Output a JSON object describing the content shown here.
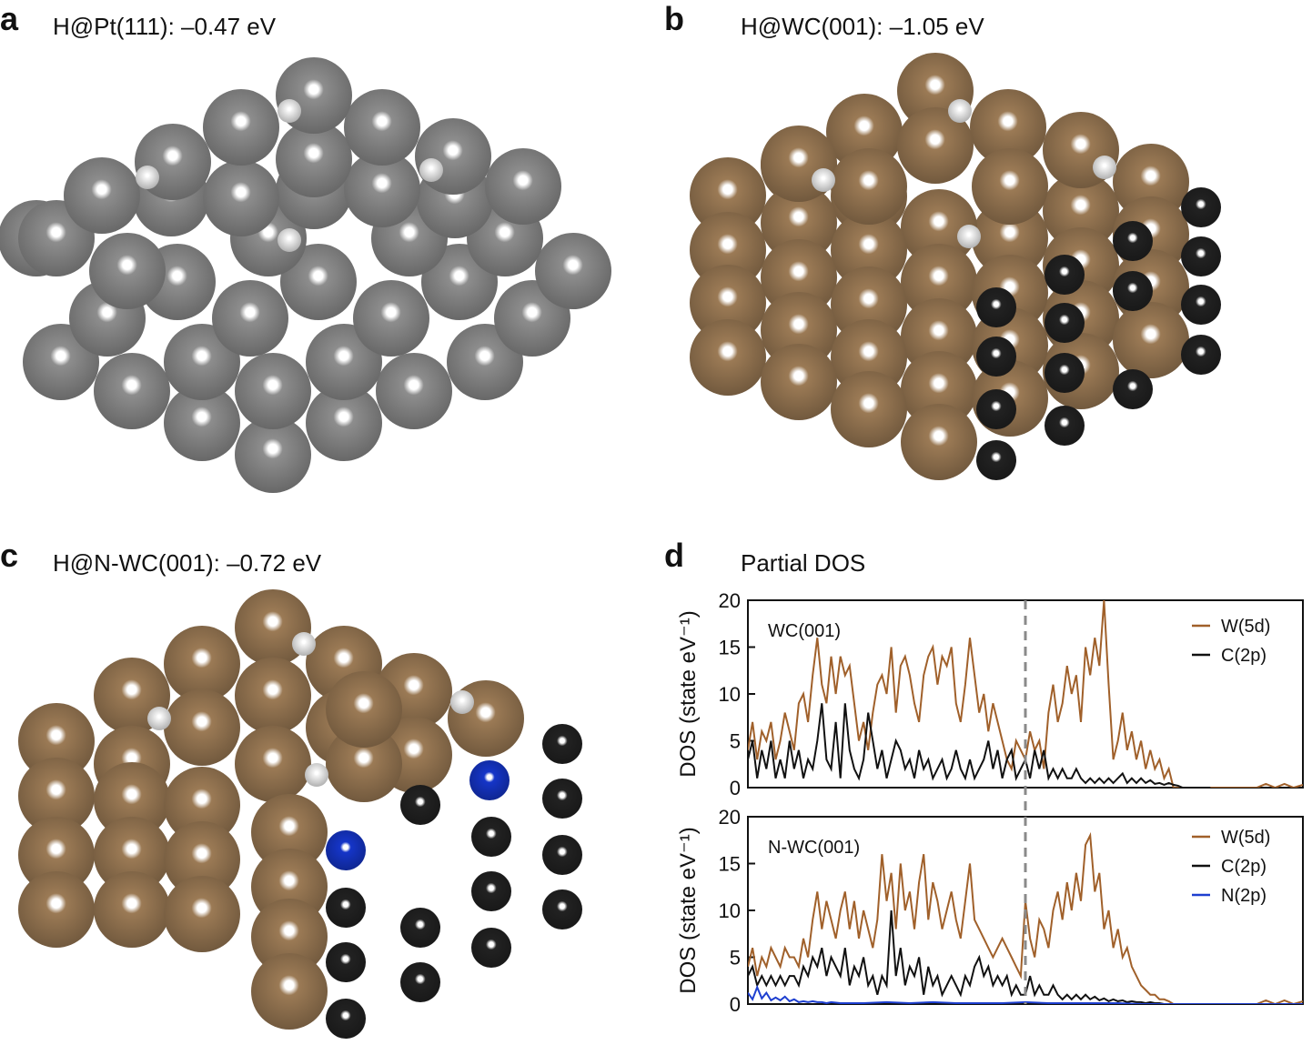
{
  "panels": {
    "a": {
      "letter": "a",
      "title": "H@Pt(111): –0.47 eV"
    },
    "b": {
      "letter": "b",
      "title": "H@WC(001): –1.05 eV"
    },
    "c": {
      "letter": "c",
      "title": "H@N-WC(001): –0.72 eV"
    },
    "d": {
      "letter": "d",
      "title": "Partial DOS"
    }
  },
  "colors": {
    "pt": "#8d8d8d",
    "w": "#9b7a55",
    "c": "#222222",
    "n": "#1535c8",
    "h": "#f2f2f2",
    "w5d_line": "#a0602a",
    "c2p_line": "#111111",
    "n2p_line": "#1e3fd0",
    "fermi_line": "#8a8a8a"
  },
  "chart_data": [
    {
      "type": "line",
      "label": "WC(001)",
      "ylabel": "DOS (state eV⁻¹)",
      "yticks": [
        "0",
        "5",
        "10",
        "15",
        "20"
      ],
      "ylim": [
        0,
        20
      ],
      "xlim": [
        0,
        120
      ],
      "fermi_x": 60,
      "series": [
        {
          "name": "W(5d)",
          "x": [
            0,
            1,
            2,
            3,
            4,
            5,
            6,
            7,
            8,
            9,
            10,
            11,
            12,
            13,
            14,
            15,
            16,
            17,
            18,
            19,
            20,
            21,
            22,
            23,
            24,
            25,
            26,
            27,
            28,
            29,
            30,
            31,
            32,
            33,
            34,
            35,
            36,
            37,
            38,
            39,
            40,
            41,
            42,
            43,
            44,
            45,
            46,
            47,
            48,
            49,
            50,
            51,
            52,
            53,
            54,
            55,
            56,
            57,
            58,
            59,
            60,
            61,
            62,
            63,
            64,
            65,
            66,
            67,
            68,
            69,
            70,
            71,
            72,
            73,
            74,
            75,
            76,
            77,
            78,
            79,
            80,
            81,
            82,
            83,
            84,
            85,
            86,
            87,
            88,
            89,
            90,
            91,
            92,
            93,
            94,
            95,
            96,
            97,
            98,
            99,
            100,
            101,
            102,
            110,
            112,
            114,
            116,
            118,
            120
          ],
          "values": [
            4,
            7,
            3,
            6,
            5,
            7,
            3,
            5,
            8,
            6,
            4,
            9,
            10,
            7,
            12,
            16,
            11,
            9,
            14,
            10,
            14,
            12,
            13,
            9,
            5,
            7,
            4,
            8,
            11,
            12,
            10,
            15,
            8,
            13,
            14,
            12,
            9,
            7,
            12,
            14,
            15,
            11,
            14,
            13,
            15,
            9,
            7,
            11,
            16,
            12,
            8,
            10,
            6,
            9,
            7,
            5,
            3,
            2,
            5,
            4,
            3,
            6,
            4,
            5,
            2,
            8,
            11,
            7,
            9,
            13,
            10,
            12,
            7,
            15,
            12,
            16,
            13,
            20,
            11,
            3,
            5,
            8,
            4,
            6,
            3,
            5,
            2,
            4,
            2,
            3,
            1,
            2,
            0,
            0,
            0,
            0,
            0,
            0,
            0,
            0,
            0,
            0,
            0,
            0,
            0.4,
            0,
            0.4,
            0,
            0.3
          ]
        },
        {
          "name": "C(2p)",
          "x": [
            0,
            1,
            2,
            3,
            4,
            5,
            6,
            7,
            8,
            9,
            10,
            11,
            12,
            13,
            14,
            15,
            16,
            17,
            18,
            19,
            20,
            21,
            22,
            23,
            24,
            25,
            26,
            27,
            28,
            29,
            30,
            31,
            32,
            33,
            34,
            35,
            36,
            37,
            38,
            39,
            40,
            41,
            42,
            43,
            44,
            45,
            46,
            47,
            48,
            49,
            50,
            51,
            52,
            53,
            54,
            55,
            56,
            57,
            58,
            59,
            60,
            61,
            62,
            63,
            64,
            65,
            66,
            67,
            68,
            69,
            70,
            71,
            72,
            73,
            74,
            75,
            76,
            77,
            78,
            79,
            80,
            81,
            82,
            83,
            84,
            85,
            86,
            87,
            88,
            89,
            90,
            91,
            92,
            93,
            94,
            95,
            96,
            97,
            98,
            99,
            100
          ],
          "values": [
            3,
            5,
            1,
            4,
            2,
            5,
            1,
            3,
            1,
            5,
            2,
            4,
            1,
            3,
            2,
            5,
            9,
            3,
            2,
            7,
            1,
            9,
            4,
            2,
            1,
            3,
            8,
            5,
            2,
            4,
            1,
            3,
            5,
            4,
            2,
            3,
            1,
            4,
            2,
            3,
            1,
            2,
            3,
            1,
            2,
            4,
            2,
            1,
            3,
            1,
            2,
            3,
            5,
            2,
            4,
            1,
            3,
            4,
            1,
            2,
            3,
            1,
            4,
            2,
            4,
            1,
            2,
            1,
            2,
            1,
            1,
            2,
            1,
            0.5,
            1,
            0.5,
            1,
            0.5,
            1,
            0.5,
            1,
            1.5,
            0.5,
            1,
            0.5,
            1,
            0.5,
            0.8,
            0.4,
            0.5,
            0.3,
            0.5,
            0.3,
            0.2,
            0,
            0,
            0,
            0,
            0,
            0,
            0
          ]
        }
      ]
    },
    {
      "type": "line",
      "label": "N-WC(001)",
      "ylabel": "DOS (state eV⁻¹)",
      "yticks": [
        "0",
        "5",
        "10",
        "15",
        "20"
      ],
      "ylim": [
        0,
        20
      ],
      "xlim": [
        0,
        120
      ],
      "fermi_x": 60,
      "series": [
        {
          "name": "W(5d)",
          "x": [
            0,
            1,
            2,
            3,
            4,
            5,
            6,
            7,
            8,
            9,
            10,
            11,
            12,
            13,
            14,
            15,
            16,
            17,
            18,
            19,
            20,
            21,
            22,
            23,
            24,
            25,
            26,
            27,
            28,
            29,
            30,
            31,
            32,
            33,
            34,
            35,
            36,
            37,
            38,
            39,
            40,
            41,
            42,
            43,
            44,
            45,
            46,
            47,
            48,
            49,
            50,
            51,
            52,
            53,
            54,
            55,
            56,
            57,
            58,
            59,
            60,
            61,
            62,
            63,
            64,
            65,
            66,
            67,
            68,
            69,
            70,
            71,
            72,
            73,
            74,
            75,
            76,
            77,
            78,
            79,
            80,
            81,
            82,
            83,
            84,
            85,
            86,
            87,
            88,
            89,
            90,
            91,
            92,
            93,
            94,
            95,
            96,
            97,
            98,
            99,
            100,
            101,
            102,
            110,
            112,
            114,
            116,
            118,
            120
          ],
          "values": [
            4,
            6,
            3,
            5,
            4,
            6,
            5,
            4,
            6,
            5,
            5,
            4,
            7,
            5,
            9,
            12,
            8,
            11,
            9,
            7,
            10,
            12,
            8,
            11,
            7,
            10,
            8,
            6,
            9,
            16,
            11,
            14,
            8,
            15,
            10,
            12,
            8,
            13,
            16,
            9,
            13,
            11,
            8,
            10,
            12,
            9,
            7,
            11,
            15,
            9,
            8,
            7,
            6,
            5,
            6,
            7,
            6,
            5,
            4,
            3,
            11,
            7,
            5,
            9,
            8,
            6,
            10,
            12,
            9,
            13,
            10,
            14,
            11,
            17,
            18,
            12,
            14,
            8,
            10,
            6,
            8,
            5,
            6,
            4,
            3,
            2,
            1.5,
            1,
            1,
            0.5,
            0.5,
            0.3,
            0,
            0,
            0,
            0,
            0,
            0,
            0,
            0,
            0,
            0,
            0,
            0,
            0.4,
            0,
            0.4,
            0,
            0.3
          ]
        },
        {
          "name": "C(2p)",
          "x": [
            0,
            1,
            2,
            3,
            4,
            5,
            6,
            7,
            8,
            9,
            10,
            11,
            12,
            13,
            14,
            15,
            16,
            17,
            18,
            19,
            20,
            21,
            22,
            23,
            24,
            25,
            26,
            27,
            28,
            29,
            30,
            31,
            32,
            33,
            34,
            35,
            36,
            37,
            38,
            39,
            40,
            41,
            42,
            43,
            44,
            45,
            46,
            47,
            48,
            49,
            50,
            51,
            52,
            53,
            54,
            55,
            56,
            57,
            58,
            59,
            60,
            61,
            62,
            63,
            64,
            65,
            66,
            67,
            68,
            69,
            70,
            71,
            72,
            73,
            74,
            75,
            76,
            77,
            78,
            79,
            80,
            81,
            82,
            83,
            84,
            85,
            86,
            87,
            88,
            89,
            90,
            91,
            92,
            93,
            94,
            95,
            96,
            97,
            98,
            99,
            100
          ],
          "values": [
            3,
            4,
            2,
            3,
            2,
            3,
            2,
            3,
            2,
            3,
            3,
            2,
            4,
            3,
            5,
            4,
            6,
            3,
            5,
            4,
            3,
            6,
            2,
            4,
            3,
            5,
            2,
            3,
            1,
            3,
            2,
            10,
            3,
            6,
            2,
            4,
            3,
            5,
            1,
            4,
            2,
            3,
            1,
            2,
            3,
            2,
            1,
            3,
            2,
            4,
            5,
            3,
            4,
            2,
            3,
            2,
            3,
            1,
            2,
            1,
            1,
            3,
            1,
            2,
            1,
            1,
            2,
            1,
            0.5,
            1,
            0.5,
            1,
            0.5,
            1,
            0.5,
            0.8,
            0.4,
            0.6,
            0.3,
            0.5,
            0.3,
            0.4,
            0.2,
            0.3,
            0.2,
            0.2,
            0.1,
            0.2,
            0.1,
            0.1,
            0,
            0,
            0,
            0,
            0,
            0,
            0,
            0,
            0,
            0,
            0
          ]
        },
        {
          "name": "N(2p)",
          "x": [
            0,
            1,
            2,
            3,
            4,
            5,
            6,
            7,
            8,
            9,
            10,
            11,
            12,
            13,
            14,
            15,
            16,
            17,
            18,
            20,
            25,
            30,
            35,
            40,
            45,
            50,
            55,
            60,
            65,
            70,
            75,
            80,
            85,
            90,
            95,
            100,
            110,
            120
          ],
          "values": [
            1.2,
            0.5,
            1.8,
            0.6,
            1.2,
            0.4,
            0.7,
            0.4,
            0.8,
            0.3,
            0.5,
            0.2,
            0.3,
            0.2,
            0.3,
            0.2,
            0.2,
            0.1,
            0.2,
            0.1,
            0.1,
            0.2,
            0.1,
            0.2,
            0.1,
            0.1,
            0.1,
            0.2,
            0.1,
            0.1,
            0.1,
            0.1,
            0,
            0,
            0,
            0,
            0,
            0
          ]
        }
      ]
    }
  ]
}
